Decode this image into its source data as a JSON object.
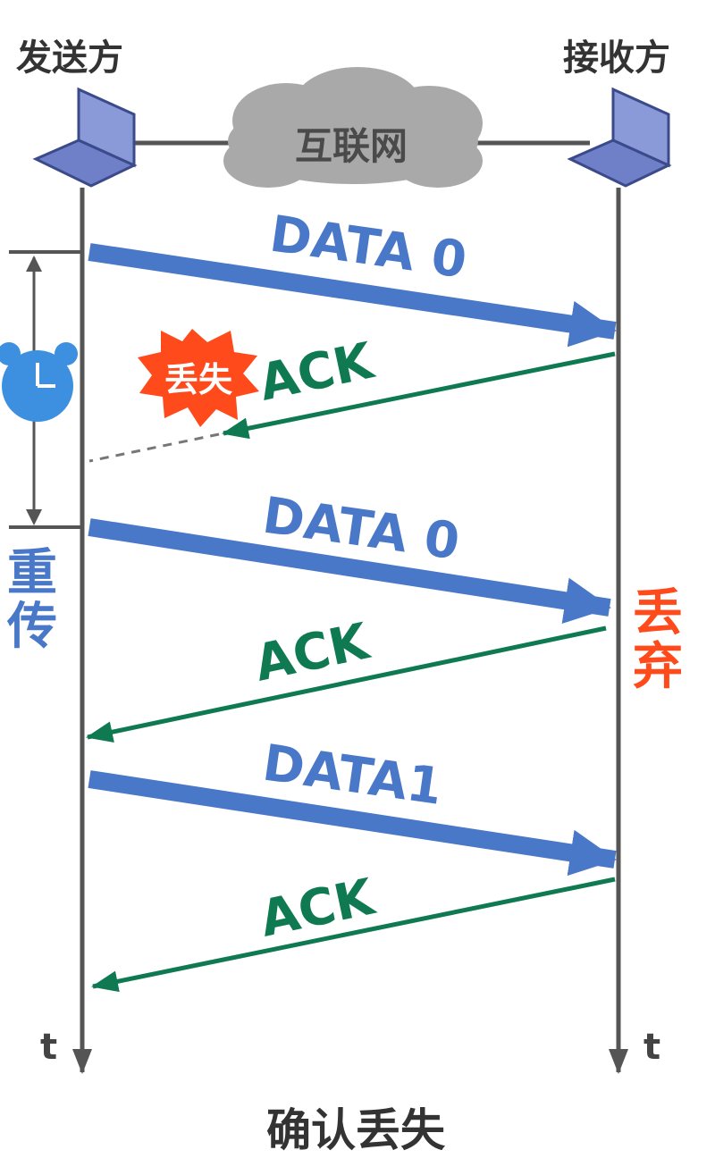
{
  "sender_label": "发送方",
  "receiver_label": "接收方",
  "network_label": "互联网",
  "data0_label": "DATA 0",
  "data0_retx_label": "DATA 0",
  "data1_label": "DATA1",
  "ack_label_1": "ACK",
  "ack_label_2": "ACK",
  "ack_label_3": "ACK",
  "lost_label": "丢失",
  "retransmit_label_1": "重",
  "retransmit_label_2": "传",
  "discard_label_1": "丢",
  "discard_label_2": "弃",
  "time_label_left": "t",
  "time_label_right": "t",
  "caption": "确认丢失",
  "colors": {
    "data_arrow": "#4a78c8",
    "ack_arrow": "#0f7a52",
    "burst": "#ff4a1c",
    "discard_text": "#ff4a1c",
    "timeline": "#555555",
    "timer": "#3d8fe0",
    "cloud": "#a9a9a9"
  }
}
